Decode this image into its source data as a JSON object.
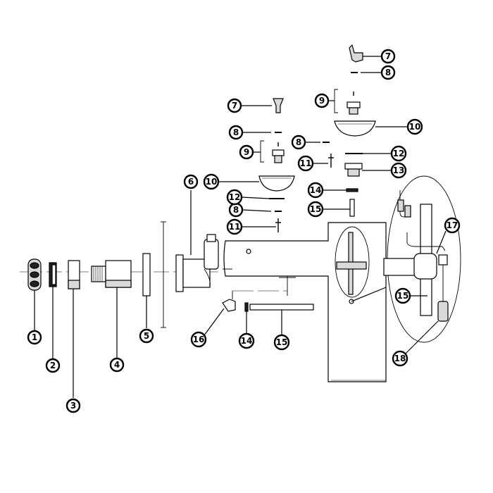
{
  "callouts": [
    {
      "id": "c1",
      "label": "1"
    },
    {
      "id": "c2",
      "label": "2"
    },
    {
      "id": "c3",
      "label": "3"
    },
    {
      "id": "c4",
      "label": "4"
    },
    {
      "id": "c5",
      "label": "5"
    },
    {
      "id": "c6",
      "label": "6"
    },
    {
      "id": "c7a",
      "label": "7"
    },
    {
      "id": "c7b",
      "label": "7"
    },
    {
      "id": "c8a",
      "label": "8"
    },
    {
      "id": "c8b",
      "label": "8"
    },
    {
      "id": "c8c",
      "label": "8"
    },
    {
      "id": "c8d",
      "label": "8"
    },
    {
      "id": "c9a",
      "label": "9"
    },
    {
      "id": "c9b",
      "label": "9"
    },
    {
      "id": "c10a",
      "label": "10"
    },
    {
      "id": "c10b",
      "label": "10"
    },
    {
      "id": "c11a",
      "label": "11"
    },
    {
      "id": "c11b",
      "label": "11"
    },
    {
      "id": "c12a",
      "label": "12"
    },
    {
      "id": "c12b",
      "label": "12"
    },
    {
      "id": "c13",
      "label": "13"
    },
    {
      "id": "c14a",
      "label": "14"
    },
    {
      "id": "c14b",
      "label": "14"
    },
    {
      "id": "c15a",
      "label": "15"
    },
    {
      "id": "c15b",
      "label": "15"
    },
    {
      "id": "c15c",
      "label": "15"
    },
    {
      "id": "c16",
      "label": "16"
    },
    {
      "id": "c17",
      "label": "17"
    },
    {
      "id": "c18",
      "label": "18"
    }
  ]
}
